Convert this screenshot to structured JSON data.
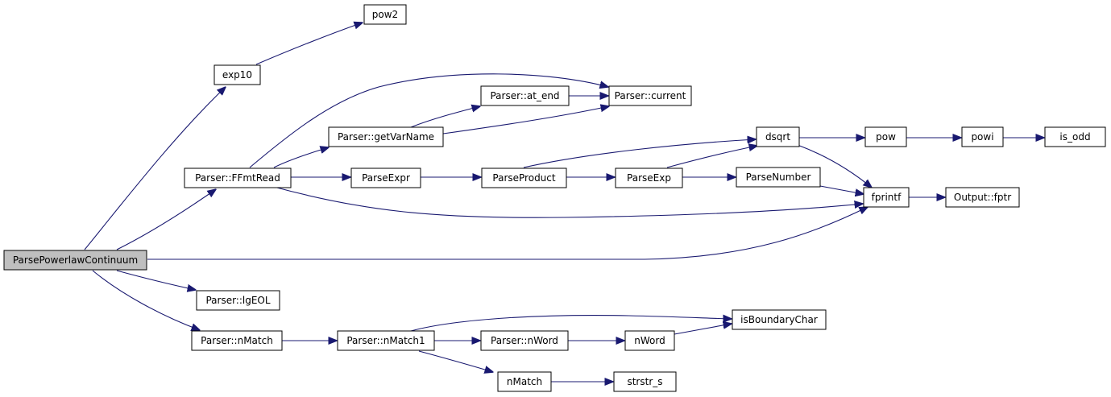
{
  "nodes": {
    "parse_powerlaw_continuum": "ParsePowerlawContinuum",
    "exp10": "exp10",
    "pow2": "pow2",
    "ffmtread": "Parser::FFmtRead",
    "getvarname": "Parser::getVarName",
    "at_end": "Parser::at_end",
    "current": "Parser::current",
    "parseexpr": "ParseExpr",
    "parseproduct": "ParseProduct",
    "parseexp": "ParseExp",
    "parsenumber": "ParseNumber",
    "dsqrt": "dsqrt",
    "pow": "pow",
    "powi": "powi",
    "is_odd": "is_odd",
    "fprintf": "fprintf",
    "output_fptr": "Output::fptr",
    "lgeol": "Parser::lgEOL",
    "nmatch_parser": "Parser::nMatch",
    "nmatch1": "Parser::nMatch1",
    "nword_parser": "Parser::nWord",
    "nword": "nWord",
    "isboundarychar": "isBoundaryChar",
    "nmatch": "nMatch",
    "strstr_s": "strstr_s"
  },
  "root": "parse_powerlaw_continuum",
  "edges": [
    [
      "parse_powerlaw_continuum",
      "exp10"
    ],
    [
      "exp10",
      "pow2"
    ],
    [
      "parse_powerlaw_continuum",
      "ffmtread"
    ],
    [
      "ffmtread",
      "current"
    ],
    [
      "ffmtread",
      "getvarname"
    ],
    [
      "getvarname",
      "at_end"
    ],
    [
      "getvarname",
      "current"
    ],
    [
      "at_end",
      "current"
    ],
    [
      "ffmtread",
      "parseexpr"
    ],
    [
      "parseexpr",
      "parseproduct"
    ],
    [
      "parseproduct",
      "dsqrt"
    ],
    [
      "parseproduct",
      "parseexp"
    ],
    [
      "parseexp",
      "dsqrt"
    ],
    [
      "parseexp",
      "parsenumber"
    ],
    [
      "parsenumber",
      "fprintf"
    ],
    [
      "dsqrt",
      "pow"
    ],
    [
      "dsqrt",
      "fprintf"
    ],
    [
      "pow",
      "powi"
    ],
    [
      "powi",
      "is_odd"
    ],
    [
      "ffmtread",
      "fprintf"
    ],
    [
      "fprintf",
      "output_fptr"
    ],
    [
      "parse_powerlaw_continuum",
      "fprintf"
    ],
    [
      "parse_powerlaw_continuum",
      "lgeol"
    ],
    [
      "parse_powerlaw_continuum",
      "nmatch_parser"
    ],
    [
      "nmatch_parser",
      "nmatch1"
    ],
    [
      "nmatch1",
      "isboundarychar"
    ],
    [
      "nmatch1",
      "nword_parser"
    ],
    [
      "nword_parser",
      "nword"
    ],
    [
      "nword",
      "isboundarychar"
    ],
    [
      "nmatch1",
      "nmatch"
    ],
    [
      "nmatch",
      "strstr_s"
    ]
  ],
  "colors": {
    "edge": "#191970",
    "root_fill": "#bfbfbf",
    "node_fill": "#ffffff",
    "node_border": "#000000"
  }
}
